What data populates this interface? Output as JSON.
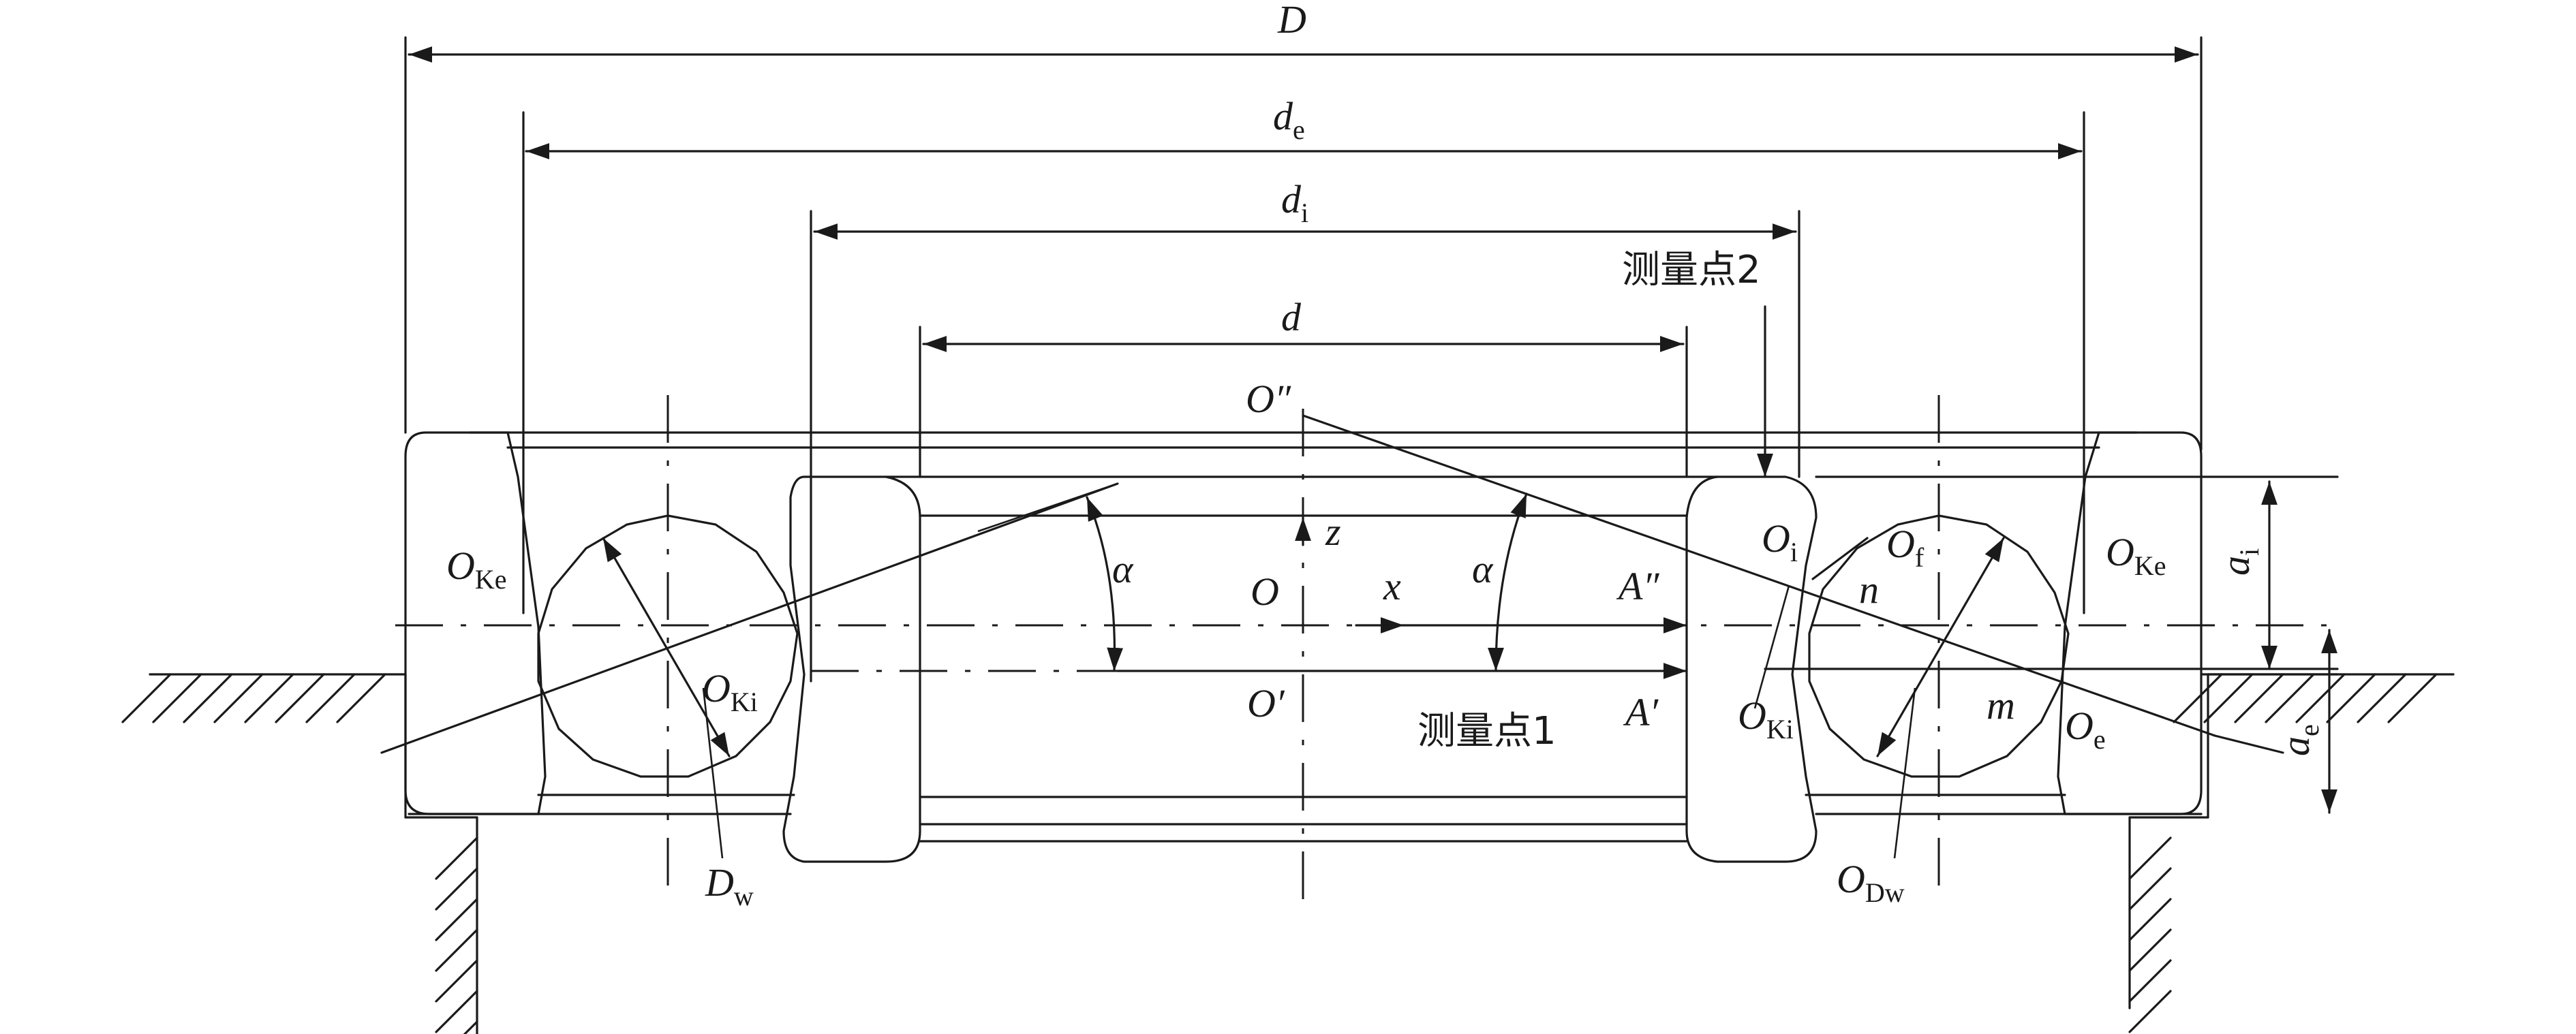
{
  "labels": {
    "D": "D",
    "d": "d",
    "de_main": "d",
    "de_sub": "e",
    "di_main": "d",
    "di_sub": "i",
    "O2": "O″",
    "O": "O",
    "O1": "O′",
    "z": "z",
    "x": "x",
    "alpha_left": "α",
    "alpha_right": "α",
    "A2": "A″",
    "A1": "A′",
    "OKe_left_main": "O",
    "OKe_left_sub": "Ke",
    "OKi_left_main": "O",
    "OKi_left_sub": "Ki",
    "Dw_main": "D",
    "Dw_sub": "w",
    "Oi_main": "O",
    "Oi_sub": "i",
    "Of_main": "O",
    "Of_sub": "f",
    "n": "n",
    "m": "m",
    "OKe_right_main": "O",
    "OKe_right_sub": "Ke",
    "OKi_right_main": "O",
    "OKi_right_sub": "Ki",
    "Oe_main": "O",
    "Oe_sub": "e",
    "ODw_main": "O",
    "ODw_sub": "Dw",
    "ai_main": "a",
    "ai_sub": "i",
    "ae_main": "a",
    "ae_sub": "e",
    "point1": "测量点1",
    "point2": "测量点2"
  }
}
